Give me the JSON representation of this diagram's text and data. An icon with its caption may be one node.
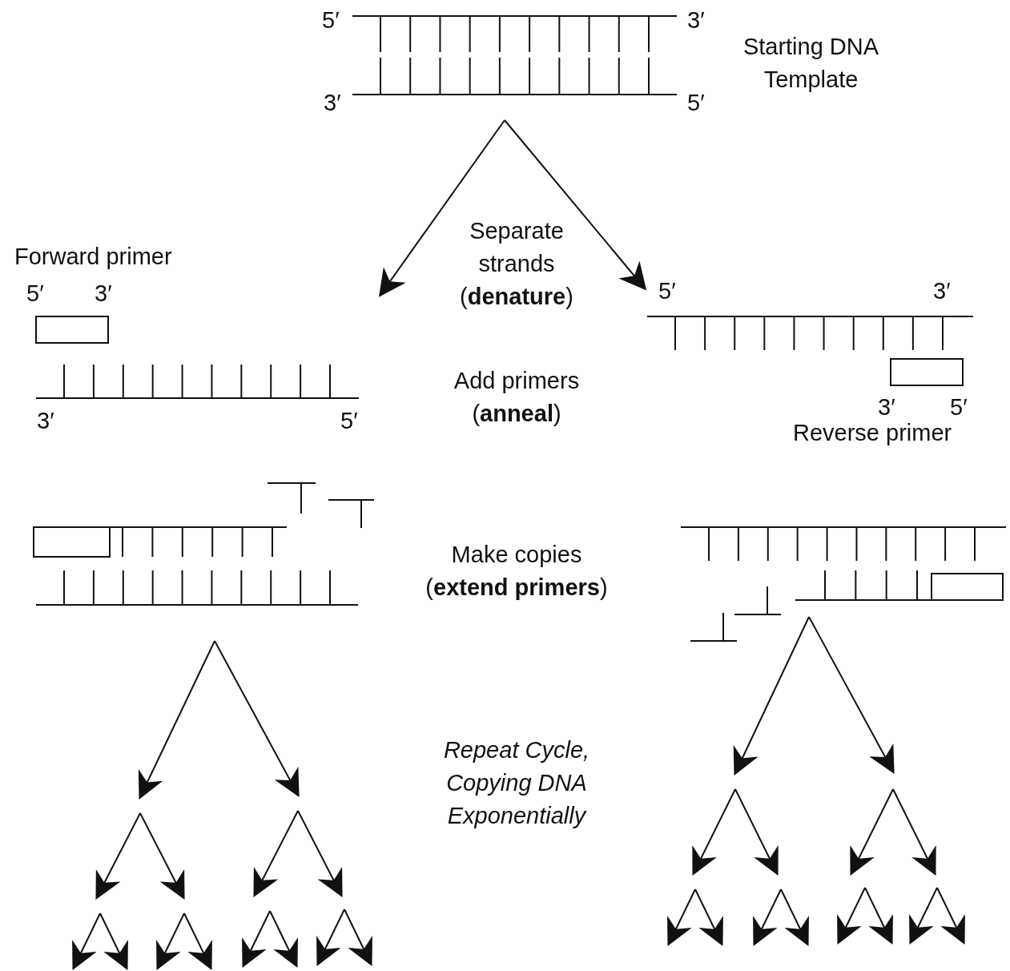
{
  "diagram": {
    "nodes": [
      {
        "text": [],
        "shape": "picture",
        "beside": [
          "Starting DNA Template"
        ]
      },
      {
        "text": [],
        "shape": "picture"
      },
      {
        "text": [],
        "shape": "picture"
      },
      {
        "text": [],
        "shape": "picture"
      },
      {
        "text": [],
        "shape": "picture"
      }
    ],
    "edges": [
      {
        "from": 0,
        "to": 1,
        "arrow": "to"
      },
      {
        "from": 0,
        "to": 2,
        "arrow": "to"
      },
      {
        "from": 3,
        "to": null,
        "arrow": "to"
      },
      {
        "from": 3,
        "to": null,
        "arrow": "to"
      },
      {
        "from": 4,
        "to": null,
        "arrow": "to"
      },
      {
        "from": 4,
        "to": null,
        "arrow": "to"
      }
    ],
    "labels": [
      "5′",
      "3′",
      "3′",
      "5′",
      "Separate strands (**denature**)",
      "Forward primer",
      "5′",
      "3′",
      "5′",
      "3′",
      "Add primers (**anneal**)",
      "3′",
      "5′",
      "3′",
      "5′",
      "Reverse primer",
      "Make copies (**extend primers**)",
      "Repeat Cycle, Copying DNA Exponentially"
    ]
  }
}
